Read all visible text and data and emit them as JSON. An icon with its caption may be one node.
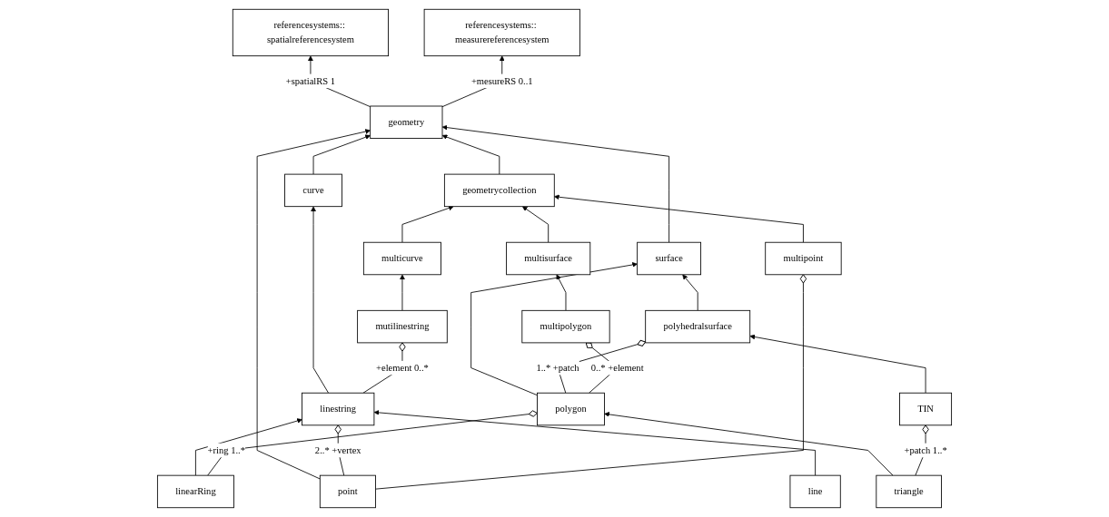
{
  "diagram": {
    "nodes": [
      {
        "text": [
          "geometry"
        ]
      },
      {
        "text": [
          "referencesystems:: spatialreferencesystem"
        ]
      },
      {
        "text": [
          "referencesystems:: measurereferencesystem"
        ]
      },
      {
        "text": [
          "point"
        ]
      },
      {
        "text": [
          "curve"
        ]
      },
      {
        "text": [
          "surface"
        ]
      },
      {
        "text": [
          "geometrycollection"
        ]
      },
      {
        "text": [
          "linestring"
        ]
      },
      {
        "text": [
          "polygon"
        ]
      },
      {
        "text": [
          "polyhedralsurface"
        ]
      },
      {
        "text": [
          "multisurface"
        ]
      },
      {
        "text": [
          "multicurve"
        ]
      },
      {
        "text": [
          "multipoint"
        ]
      },
      {
        "text": [
          "line"
        ]
      },
      {
        "text": [
          "linearRing"
        ]
      },
      {
        "text": [
          "triangle"
        ]
      },
      {
        "text": [
          "TIN"
        ]
      },
      {
        "text": [
          "multipolygon"
        ]
      },
      {
        "text": [
          "mutilinestring"
        ]
      }
    ],
    "edges": [
      {
        "from": 0,
        "to": 1,
        "arrow": "to",
        "label": "+spatialRS 1"
      },
      {
        "from": 0,
        "to": 2,
        "arrow": "to",
        "label": "+mesureRS 0..1"
      },
      {
        "from": 3,
        "to": 0,
        "arrow": "to"
      },
      {
        "from": 4,
        "to": 0,
        "arrow": "to"
      },
      {
        "from": 5,
        "to": 0,
        "arrow": "to"
      },
      {
        "from": 6,
        "to": 0,
        "arrow": "to"
      },
      {
        "from": 3,
        "to": 7,
        "arrow": "other",
        "label": "2..* +vertex"
      },
      {
        "from": 7,
        "to": 4,
        "arrow": "to"
      },
      {
        "from": 8,
        "to": 5,
        "arrow": "to"
      },
      {
        "from": 9,
        "to": 5,
        "arrow": "to"
      },
      {
        "from": 10,
        "to": 6,
        "arrow": "to"
      },
      {
        "from": 11,
        "to": 6,
        "arrow": "to"
      },
      {
        "from": 12,
        "to": 6,
        "arrow": "to"
      },
      {
        "from": 13,
        "to": 7,
        "arrow": "to"
      },
      {
        "from": 14,
        "to": 7,
        "arrow": "to"
      },
      {
        "from": 14,
        "to": 8,
        "arrow": "other",
        "label": "+ring 1..*"
      },
      {
        "from": 15,
        "to": 8,
        "arrow": "to"
      },
      {
        "from": 8,
        "to": 9,
        "arrow": "other",
        "label": "1..* +patch"
      },
      {
        "from": 16,
        "to": 9,
        "arrow": "to"
      },
      {
        "from": 17,
        "to": 10,
        "arrow": "to"
      },
      {
        "from": 18,
        "to": 11,
        "arrow": "to"
      },
      {
        "from": 15,
        "to": 16,
        "arrow": "other",
        "label": "+patch 1..*"
      },
      {
        "from": 8,
        "to": 17,
        "arrow": "other",
        "label": "0..* +element"
      },
      {
        "from": 7,
        "to": 18,
        "arrow": "other",
        "label": "+element 0..*"
      },
      {
        "from": 3,
        "to": 12,
        "arrow": "other"
      }
    ]
  }
}
